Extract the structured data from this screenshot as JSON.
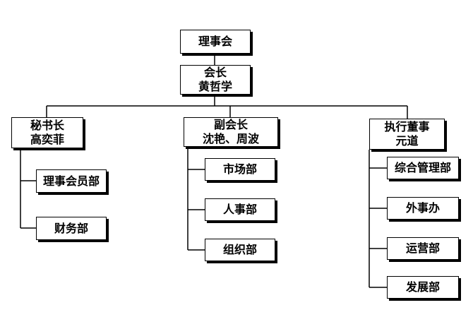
{
  "org_chart": {
    "board": "理事会",
    "chair": {
      "title": "会长",
      "name": "黄哲学"
    },
    "branches": [
      {
        "title": "秘书长",
        "name": "高奕菲",
        "departments": [
          "理事会员部",
          "财务部"
        ]
      },
      {
        "title": "副会长",
        "name": "沈艳、周波",
        "departments": [
          "市场部",
          "人事部",
          "组织部"
        ]
      },
      {
        "title": "执行董事",
        "name": "元道",
        "departments": [
          "综合管理部",
          "外事办",
          "运营部",
          "发展部"
        ]
      }
    ]
  }
}
